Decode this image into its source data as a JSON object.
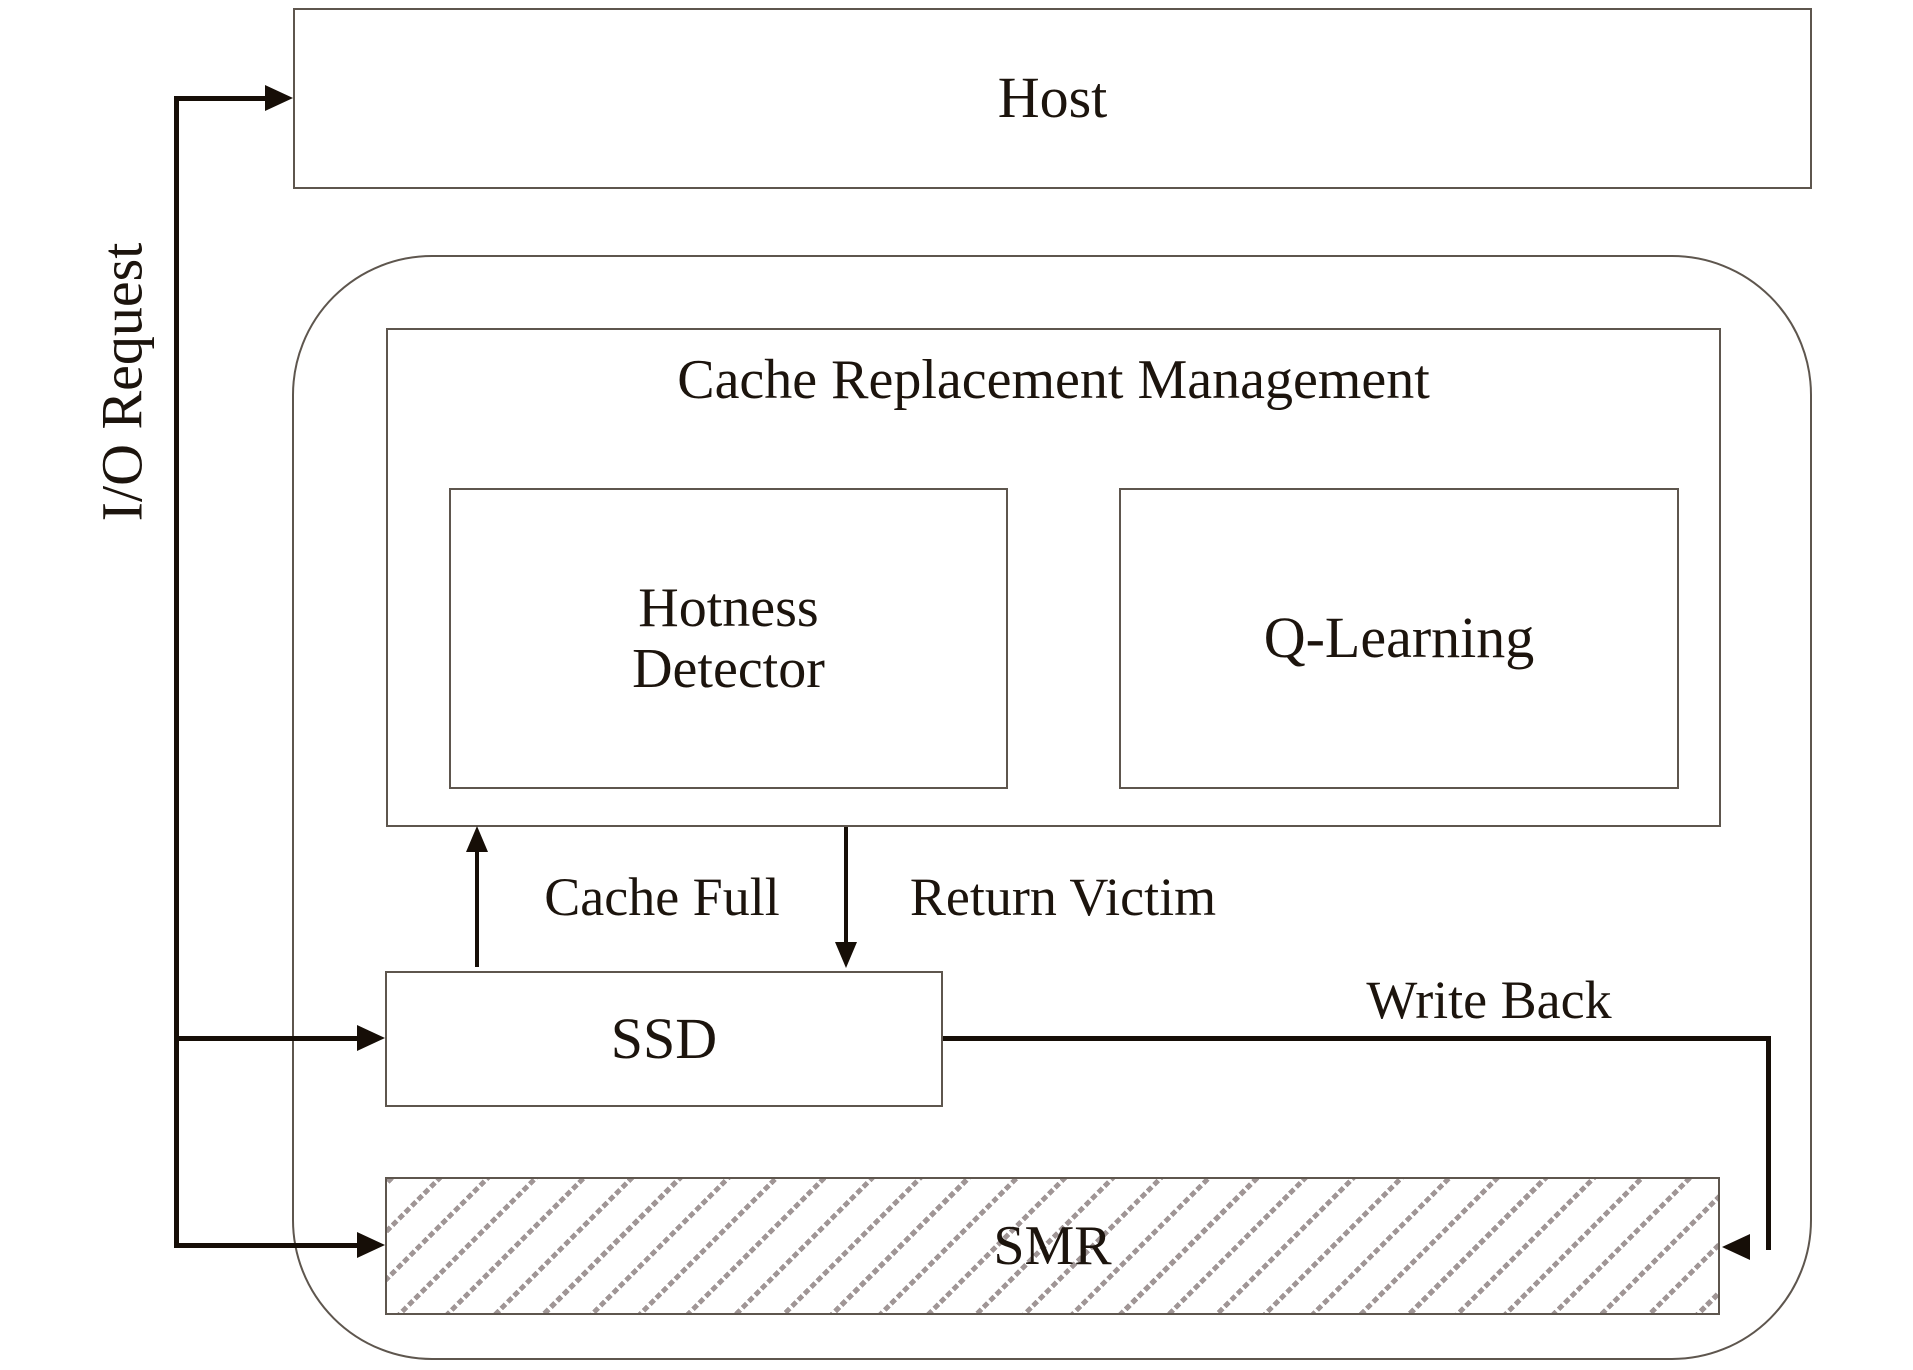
{
  "boxes": {
    "host": {
      "label": "Host"
    },
    "crm": {
      "title": "Cache Replacement Management"
    },
    "hotness": {
      "lines": [
        "Hotness",
        "Detector"
      ]
    },
    "q_learning": {
      "label": "Q-Learning"
    },
    "ssd": {
      "label": "SSD"
    },
    "smr": {
      "label": "SMR"
    }
  },
  "arrows": {
    "io_request": {
      "label": "I/O Request"
    },
    "cache_full": {
      "label": "Cache Full"
    },
    "return_victim": {
      "label": "Return Victim"
    },
    "write_back": {
      "label": "Write Back"
    }
  },
  "colors": {
    "border": "#5e564e",
    "arrow": "#160e07",
    "text": "#1c140d",
    "hatch": "#a09696",
    "background": "#ffffff"
  }
}
